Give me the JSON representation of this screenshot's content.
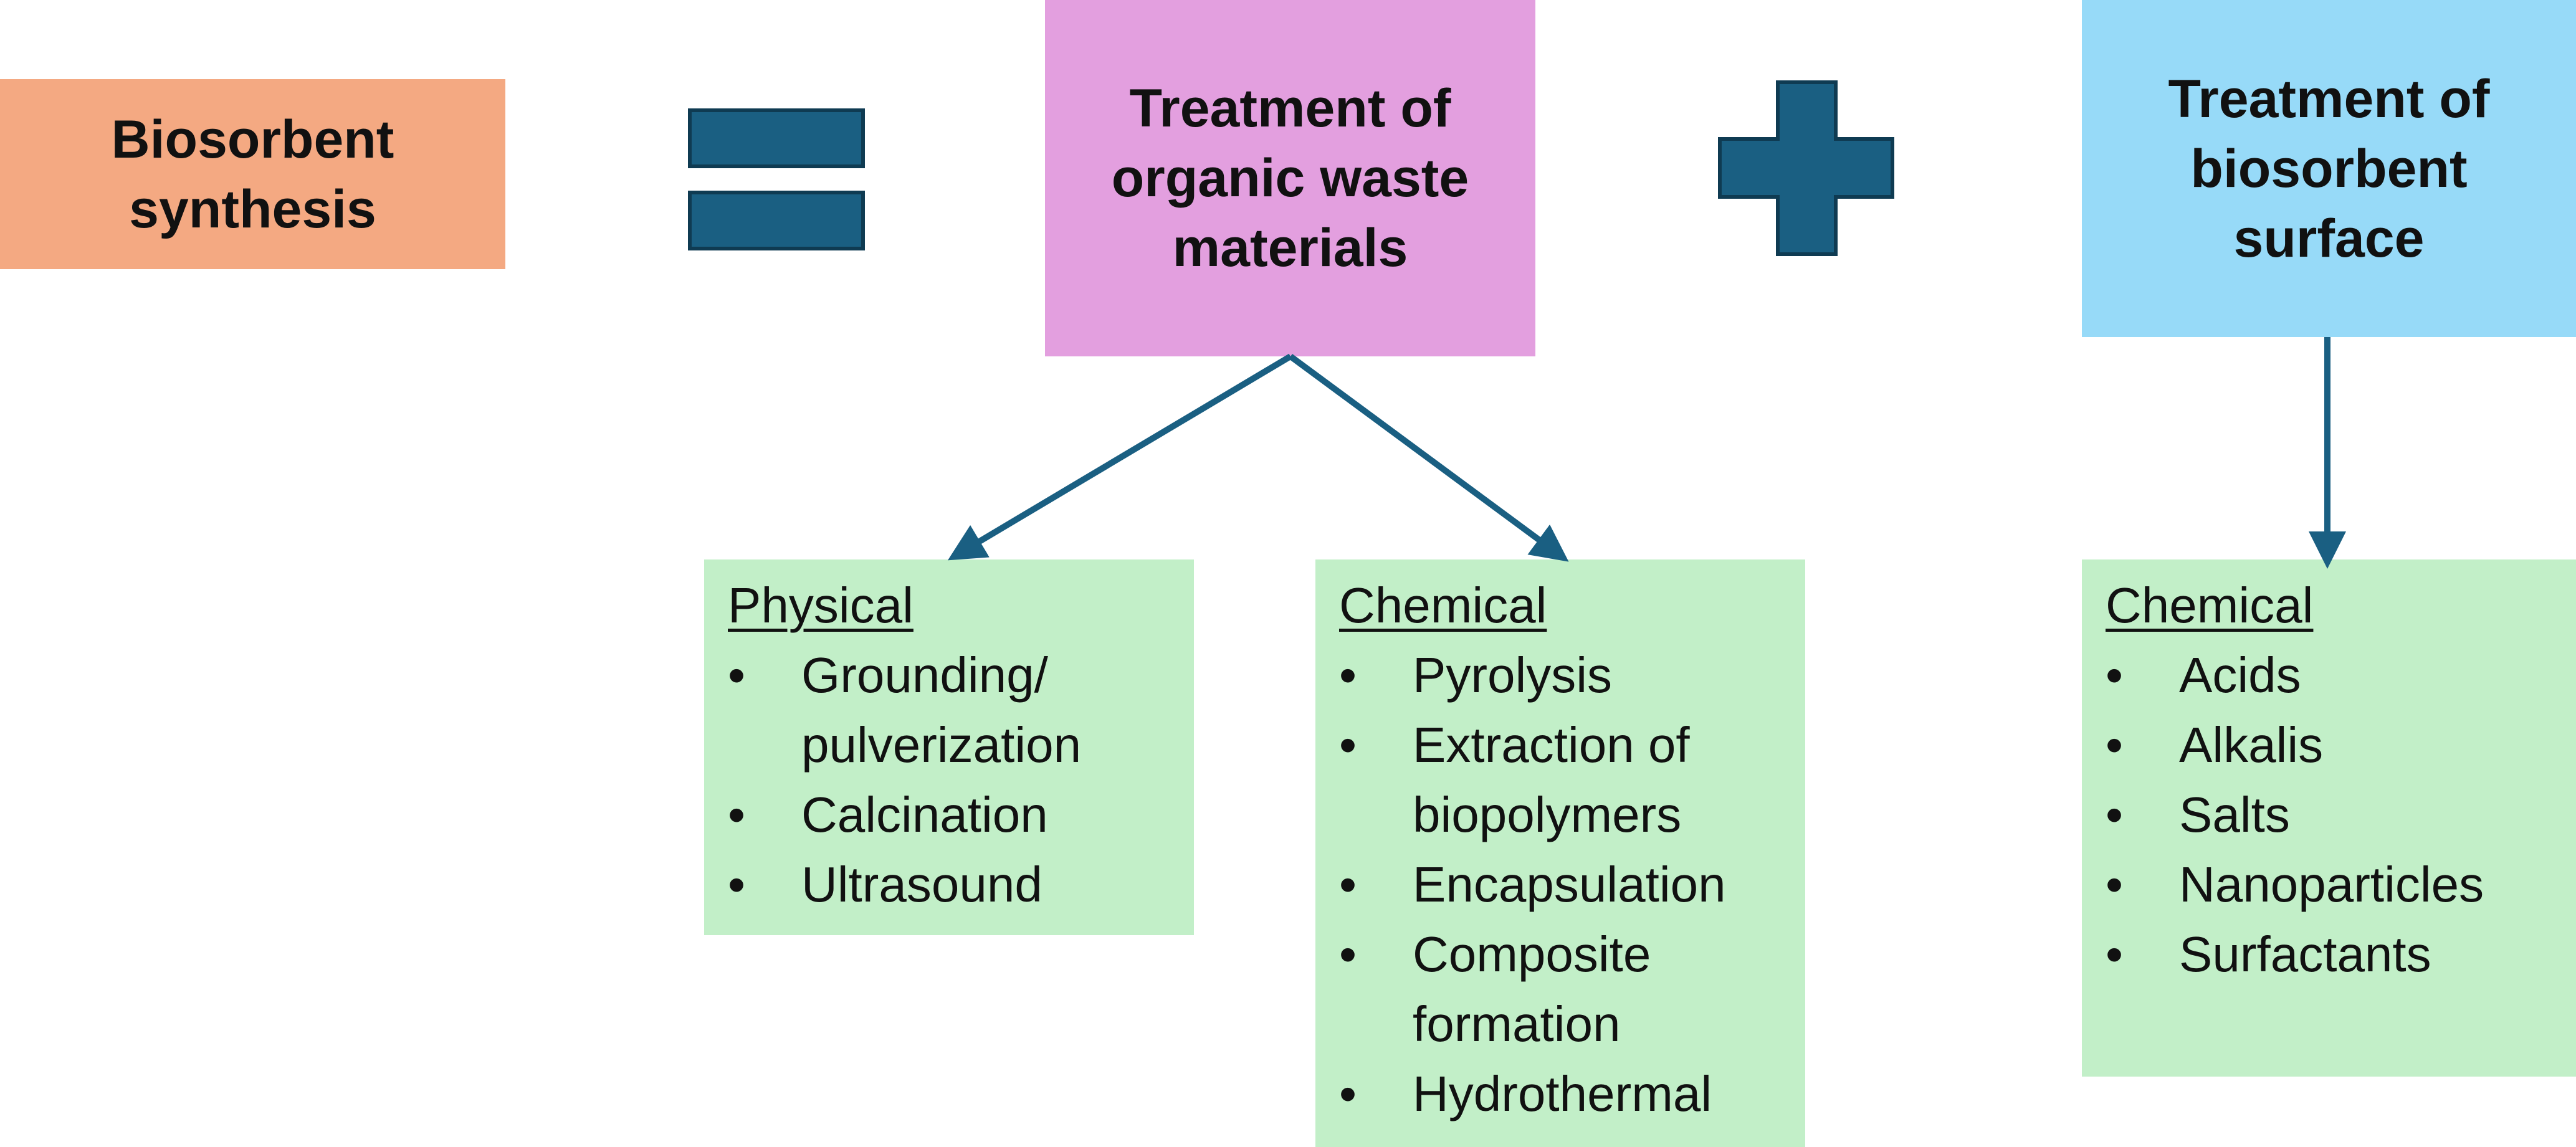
{
  "colors": {
    "synthesis_fill": "#f4a982",
    "organic_fill": "#e39fdf",
    "surface_fill": "#97daf8",
    "method_fill": "#c2efc8",
    "symbol_fill": "#1a5f82",
    "arrow": "#1a5f82"
  },
  "synthesis": {
    "line1": "Biosorbent",
    "line2": "synthesis"
  },
  "equals_symbol": "equals",
  "plus_symbol": "plus",
  "organic_treatment": {
    "line1": "Treatment of",
    "line2": "organic waste",
    "line3": "materials"
  },
  "surface_treatment": {
    "line1": "Treatment of",
    "line2": "biosorbent",
    "line3": "surface"
  },
  "physical": {
    "heading": "Physical",
    "items": [
      {
        "line1": "Grounding/",
        "line2": "pulverization"
      },
      {
        "line1": "Calcination"
      },
      {
        "line1": "Ultrasound"
      }
    ]
  },
  "organic_chemical": {
    "heading": "Chemical",
    "items": [
      {
        "line1": "Pyrolysis"
      },
      {
        "line1": "Extraction of",
        "line2": "biopolymers"
      },
      {
        "line1": "Encapsulation"
      },
      {
        "line1": "Composite",
        "line2": "formation"
      },
      {
        "line1": "Hydrothermal"
      }
    ]
  },
  "surface_chemical": {
    "heading": "Chemical",
    "items": [
      {
        "line1": "Acids"
      },
      {
        "line1": "Alkalis"
      },
      {
        "line1": "Salts"
      },
      {
        "line1": "Nanoparticles"
      },
      {
        "line1": "Surfactants"
      }
    ]
  }
}
